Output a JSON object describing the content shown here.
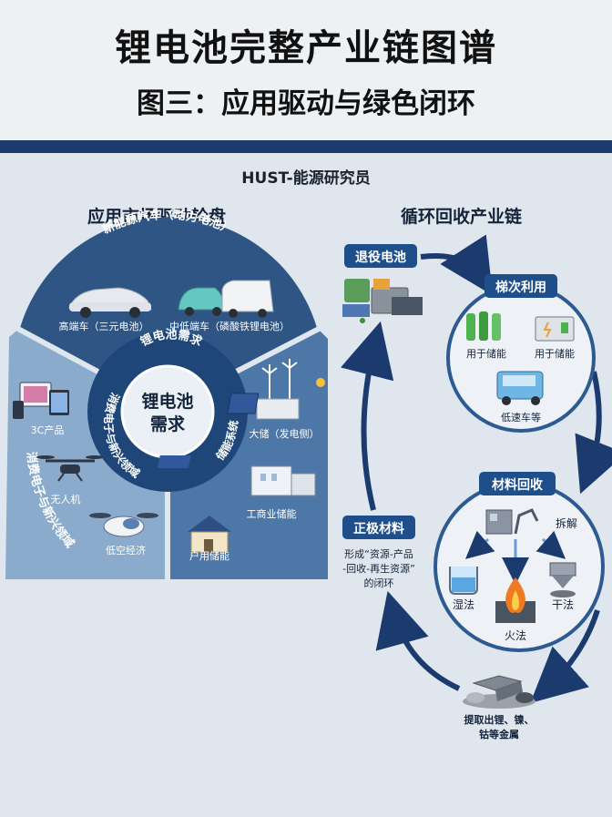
{
  "header": {
    "title": "锂电池完整产业链图谱",
    "subtitle": "图三：应用驱动与绿色闭环",
    "author": "HUST-能源研究员"
  },
  "left": {
    "section_title": "应用市场驱动轮盘",
    "center_label_line1": "锂电池",
    "center_label_line2": "需求",
    "ring_demand": "锂电池需求",
    "ring_consumer": "消费电子与新兴领域",
    "ring_storage": "储能系统",
    "ev": {
      "title": "新能源汽车（动力电池）",
      "high_end": "高端车（三元电池）",
      "mid_low": "中低端车（磷酸铁锂电池）"
    },
    "consumer": {
      "title": "消费电子与新兴领域",
      "c1": "3C产品",
      "c2": "无人机",
      "c3": "低空经济"
    },
    "storage": {
      "s1": "大储（发电侧）",
      "s2": "工商业储能",
      "s3": "户用储能"
    }
  },
  "right": {
    "section_title": "循环回收产业链",
    "retired": "退役电池",
    "cascade": {
      "title": "梯次利用",
      "u1": "用于储能",
      "u2": "用于储能",
      "u3": "低速车等"
    },
    "recycle": {
      "title": "材料回收",
      "dismantle": "拆解",
      "wet": "湿法",
      "dry": "干法",
      "fire": "火法"
    },
    "extract_line1": "提取出锂、镍、",
    "extract_line2": "钴等金属",
    "cathode": "正极材料",
    "loop_line1": "形成“资源-产品",
    "loop_line2": "-回收-再生资源”",
    "loop_line3": "的闭环"
  },
  "colors": {
    "navy": "#1b3b6f",
    "ring_dark": "#2e5584",
    "ring_mid": "#4d77a6",
    "ring_light": "#7fa2c6",
    "label_blue": "#1f4f8a"
  }
}
